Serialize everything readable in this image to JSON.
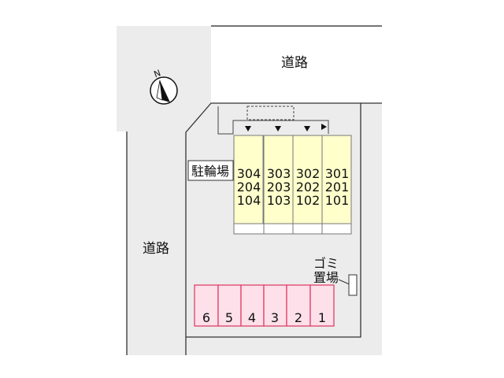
{
  "roads": {
    "top_label": "道路",
    "left_label": "道路"
  },
  "compass": {
    "north_letter": "N"
  },
  "bicycle_parking": {
    "label": "駐輪場"
  },
  "garbage": {
    "label_line1": "ゴミ",
    "label_line2": "置場"
  },
  "building": {
    "columns": [
      {
        "units": [
          "304",
          "204",
          "104"
        ]
      },
      {
        "units": [
          "303",
          "203",
          "103"
        ]
      },
      {
        "units": [
          "302",
          "202",
          "102"
        ]
      },
      {
        "units": [
          "301",
          "201",
          "101"
        ]
      }
    ]
  },
  "parking": {
    "spaces": [
      "6",
      "5",
      "4",
      "3",
      "2",
      "1"
    ]
  },
  "colors": {
    "lot": "#ececec",
    "building": "#ffffcc",
    "parking": "#fde0ea",
    "parking_border": "#e0406a",
    "line": "#222222",
    "road_area": "#ffffff"
  }
}
